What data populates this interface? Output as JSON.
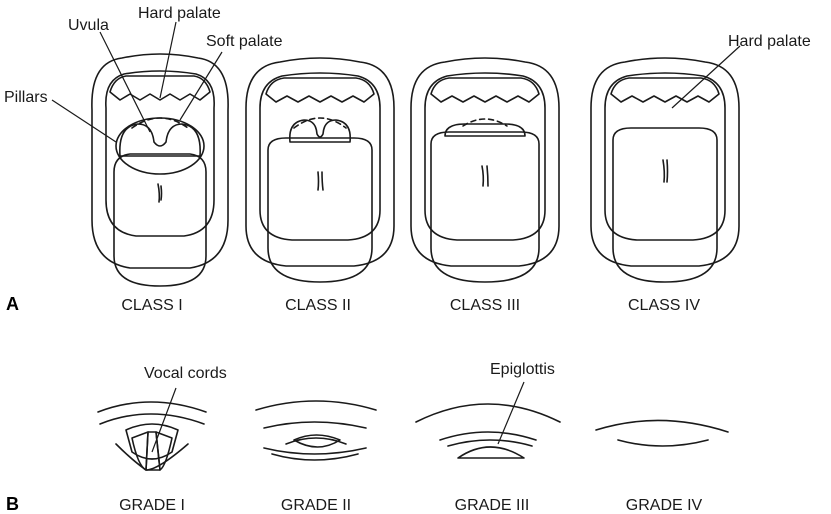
{
  "panel_a": {
    "letter": "A",
    "classes": [
      "CLASS I",
      "CLASS II",
      "CLASS III",
      "CLASS IV"
    ],
    "labels": {
      "hard_palate": "Hard palate",
      "uvula": "Uvula",
      "soft_palate": "Soft palate",
      "pillars": "Pillars",
      "hard_palate_iv": "Hard palate"
    }
  },
  "panel_b": {
    "letter": "B",
    "grades": [
      "GRADE I",
      "GRADE II",
      "GRADE III",
      "GRADE IV"
    ],
    "labels": {
      "vocal_cords": "Vocal cords",
      "epiglottis": "Epiglottis"
    }
  },
  "colors": {
    "ink": "#1a1a1a",
    "mouth_gray": "#c8c8c8",
    "throat_dark": "#555555",
    "tongue_light": "#f4f4f4",
    "tongue_shade": "#cfcfcf"
  }
}
